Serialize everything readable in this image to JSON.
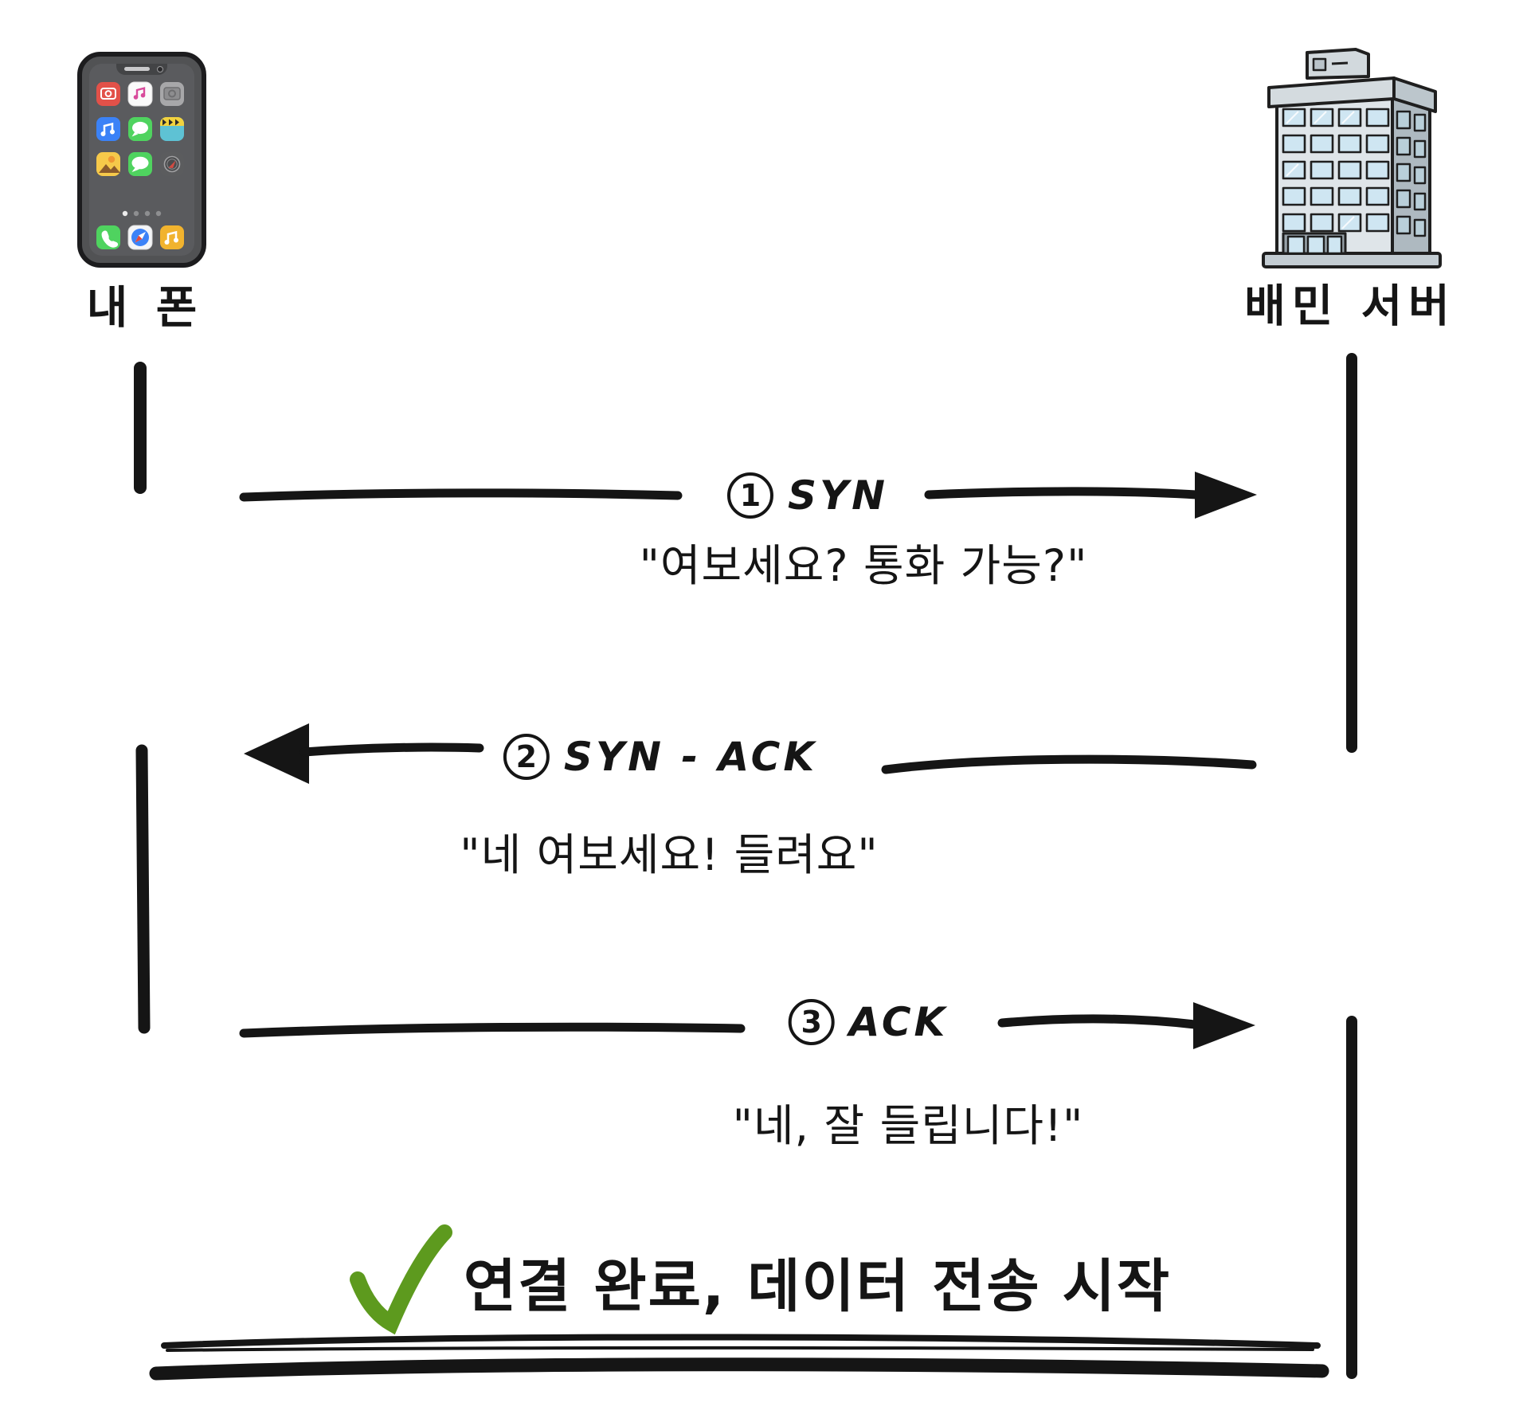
{
  "diagram": {
    "client": {
      "label": "내 폰",
      "icon": "smartphone-icon"
    },
    "server": {
      "label": "배민 서버",
      "icon": "office-building-icon"
    },
    "steps": [
      {
        "number": "1",
        "protocol": "SYN",
        "direction": "right",
        "message": "\"여보세요? 통화 가능?\""
      },
      {
        "number": "2",
        "protocol": "SYN - ACK",
        "direction": "left",
        "message": "\"네 여보세요! 들려요\""
      },
      {
        "number": "3",
        "protocol": "ACK",
        "direction": "right",
        "message": "\"네, 잘 들립니다!\""
      }
    ],
    "result": {
      "icon": "check-icon",
      "text": "연결 완료, 데이터 전송 시작"
    }
  },
  "colors": {
    "ink": "#151515",
    "check_green": "#5d9a1e"
  }
}
